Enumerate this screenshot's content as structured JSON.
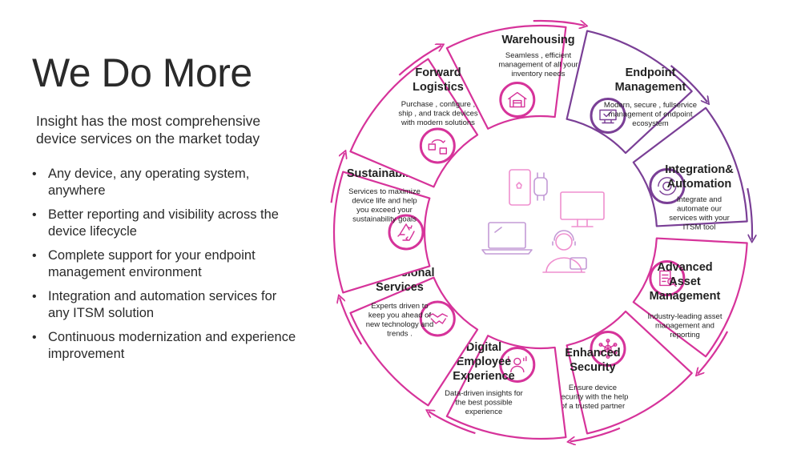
{
  "heading": "We Do More",
  "intro": "Insight has the most comprehensive device services on the market today",
  "bullets": [
    "Any device, any operating system, anywhere",
    "Better reporting and visibility across the device lifecycle",
    "Complete support for your endpoint management environment",
    "Integration and automation services for any ITSM solution",
    "Continuous modernization and experience improvement"
  ],
  "colors": {
    "magenta": "#d6339a",
    "purple": "#7a3f96",
    "pink_light": "#ef8fcf",
    "lavender": "#c39bd6"
  },
  "segments": [
    {
      "id": "warehousing",
      "title": [
        "Warehousing"
      ],
      "desc": [
        "Seamless , efficient",
        "management of all your",
        "inventory needs"
      ],
      "icon": "warehouse-icon",
      "color": "magenta"
    },
    {
      "id": "endpoint",
      "title": [
        "Endpoint",
        "Management"
      ],
      "desc": [
        "Modern, secure , fullservice",
        "management of endpoint",
        "ecosystem"
      ],
      "icon": "endpoint-devices-icon",
      "color": "purple"
    },
    {
      "id": "integration",
      "title": [
        "Integration&",
        "Automation"
      ],
      "desc": [
        "Integrate and",
        "automate our",
        "services with your",
        "ITSM tool"
      ],
      "icon": "gear-cycle-icon",
      "color": "purple"
    },
    {
      "id": "asset",
      "title": [
        "Advanced",
        "Asset",
        "Management"
      ],
      "desc": [
        "Industry-leading asset",
        "management and",
        "reporting"
      ],
      "icon": "asset-report-icon",
      "color": "magenta"
    },
    {
      "id": "security",
      "title": [
        "Enhanced",
        "Security"
      ],
      "desc": [
        "Ensure device",
        "security with the help",
        "of a trusted partner"
      ],
      "icon": "security-network-icon",
      "color": "magenta"
    },
    {
      "id": "dex",
      "title": [
        "Digital",
        "Employee",
        "Experience"
      ],
      "desc": [
        "Data-driven insights for",
        "the best possible",
        "experience"
      ],
      "icon": "employee-analytics-icon",
      "color": "magenta"
    },
    {
      "id": "professional",
      "title": [
        "Professional",
        "Services"
      ],
      "desc": [
        "Experts driven to",
        "keep you ahead of",
        "new technology and",
        "trends ."
      ],
      "icon": "handshake-icon",
      "color": "magenta"
    },
    {
      "id": "sustainability",
      "title": [
        "Sustainability"
      ],
      "desc": [
        "Services to maximize",
        "device life and help",
        "you exceed your",
        "sustainability goals"
      ],
      "icon": "recycle-icon",
      "color": "magenta"
    },
    {
      "id": "forward",
      "title": [
        "Forward",
        "Logistics"
      ],
      "desc": [
        "Purchase , configure ,",
        "ship , and track devices",
        "with modern solutions"
      ],
      "icon": "logistics-icon",
      "color": "magenta"
    }
  ],
  "center_icons": [
    "smartphone-watch-icon",
    "desktop-monitor-icon",
    "laptop-icon",
    "support-agent-icon"
  ]
}
